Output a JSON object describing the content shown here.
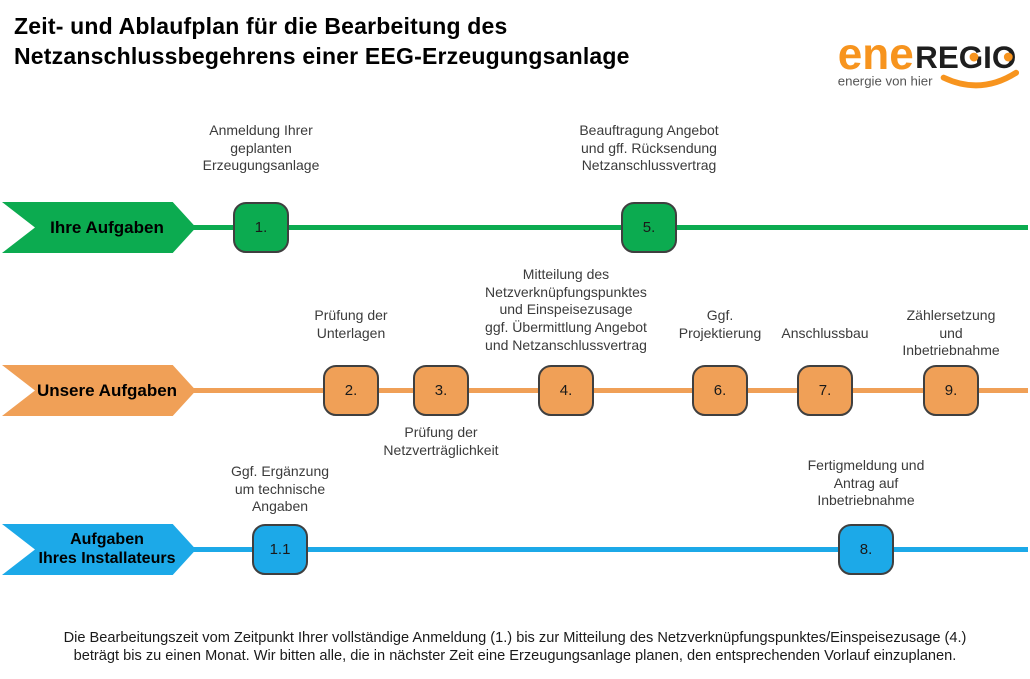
{
  "title": "Zeit- und Ablaufplan für die Bearbeitung des\nNetzanschlussbegehrens einer EEG-Erzeugungsanlage",
  "logo": {
    "part1": "ene",
    "part2": "REGIO",
    "tagline": "energie von hier"
  },
  "colors": {
    "lane_green": "#0CAB50",
    "lane_orange": "#F0A057",
    "lane_blue": "#1CA9E8",
    "box_border": "#3F3F3F",
    "logo_orange": "#F7941E",
    "label_text": "#3B3B3B"
  },
  "lanes": [
    {
      "label": "Ihre Aufgaben",
      "color": "#0CAB50",
      "steps": [
        {
          "num": "1.",
          "label": "Anmeldung Ihrer\ngeplanten\nErzeugungsanlage",
          "label_position": "above"
        },
        {
          "num": "5.",
          "label": "Beauftragung Angebot\nund gff. Rücksendung\nNetzanschlussvertrag",
          "label_position": "above"
        }
      ]
    },
    {
      "label": "Unsere Aufgaben",
      "color": "#F0A057",
      "steps": [
        {
          "num": "2.",
          "label": "Prüfung der\nUnterlagen",
          "label_position": "above"
        },
        {
          "num": "3.",
          "label": "Prüfung der\nNetzverträglichkeit",
          "label_position": "below"
        },
        {
          "num": "4.",
          "label": "Mitteilung des\nNetzverknüpfungspunktes\nund Einspeisezusage\nggf. Übermittlung Angebot\nund Netzanschlussvertrag",
          "label_position": "above"
        },
        {
          "num": "6.",
          "label": "Ggf.\nProjektierung",
          "label_position": "above"
        },
        {
          "num": "7.",
          "label": "Anschlussbau",
          "label_position": "above"
        },
        {
          "num": "9.",
          "label": "Zählersetzung und\nInbetriebnahme",
          "label_position": "above"
        }
      ]
    },
    {
      "label": "Aufgaben\nIhres Installateurs",
      "color": "#1CA9E8",
      "steps": [
        {
          "num": "1.1",
          "label": "Ggf. Ergänzung\num technische\nAngaben",
          "label_position": "above"
        },
        {
          "num": "8.",
          "label": "Fertigmeldung und\nAntrag auf\nInbetriebnahme",
          "label_position": "above"
        }
      ]
    }
  ],
  "footnote": "Die Bearbeitungszeit vom Zeitpunkt Ihrer vollständige Anmeldung (1.) bis zur Mitteilung des Netzverknüpfungspunktes/Einspeisezusage (4.)\nbeträgt bis zu einen Monat. Wir bitten alle, die in nächster Zeit eine Erzeugungsanlage planen, den entsprechenden Vorlauf einzuplanen."
}
